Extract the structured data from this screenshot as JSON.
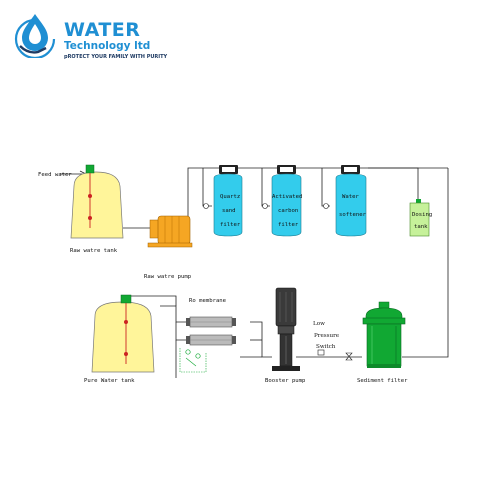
{
  "logo": {
    "title": "WATER",
    "subtitle": "Technology ltd",
    "tagline": "pROTECT YOUR FAMILY WITH PURITY",
    "icon": "water-drop-hand-icon",
    "color": "#1f8fd3"
  },
  "diagram": {
    "labels": {
      "feed_water": "Feed water",
      "raw_water_tank": "Raw watre tank",
      "raw_water_pump": "Raw watre pump",
      "quartz_sand_filter": [
        "Quartz",
        "sand",
        "filter"
      ],
      "activated_carbon_filter": [
        "Activated",
        "carbon",
        "filter"
      ],
      "water_softener": [
        "Water",
        "softener"
      ],
      "dosing_tank": [
        "Dosing",
        "tank"
      ],
      "ro_membrane": "Ro membrane",
      "pure_water_tank": "Pure Water tank",
      "booster_pump": "Booster pump",
      "low_pressure_switch": [
        "Low",
        "Pressure",
        "Switch"
      ],
      "sediment_filter": "Sediment filter"
    },
    "colors": {
      "tank_fill": "#fff59a",
      "filter_fill": "#33ccec",
      "pump_fill": "#f5a623",
      "green": "#11a833",
      "dosing_fill": "#c6f19a",
      "pipe": "#222222"
    }
  }
}
